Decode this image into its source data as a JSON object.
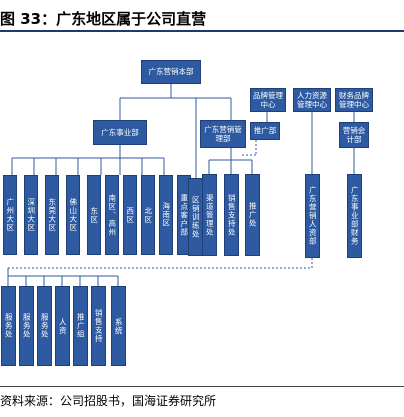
{
  "figure": {
    "title": "图 33：广东地区属于公司直营",
    "source": "资料来源：公司招股书，国海证券研究所"
  },
  "nodes": {
    "hq": "广东营销本部",
    "brand_mgmt": "品牌管理中心",
    "hr_mgmt": "人力资源管理中心",
    "finance_brand_mgmt": "财务品牌管理中心",
    "business_unit": "广东事业部",
    "sales_mgmt": "广东营销管理部",
    "promo_dept": "推广部",
    "sales_accounting": "营销会计部",
    "regions": [
      "广州大区",
      "深圳大区",
      "东莞大区",
      "佛山大区",
      "东区",
      "南区、高州",
      "西区",
      "北区",
      "海南区",
      "重点客户部"
    ],
    "flat_training": "区销训练处",
    "direct_mgmt": "渠道管理处",
    "sales_support": "销售支持处",
    "promo_office": "推广处",
    "gd_hr": "广东营销人资部",
    "gd_finance": "广东事业部财务",
    "region_offices": [
      "服务处",
      "服务处",
      "服务处",
      "人资",
      "推广组",
      "销售支持",
      "系统"
    ]
  }
}
